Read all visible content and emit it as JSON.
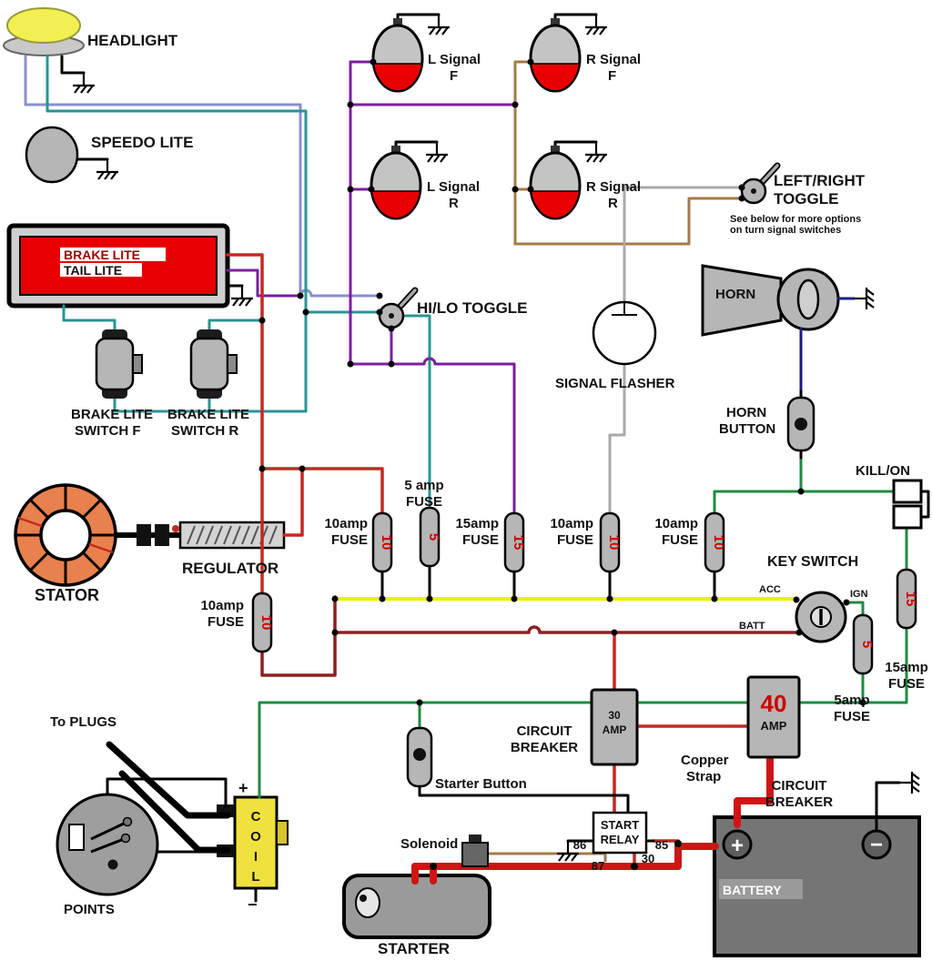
{
  "colors": {
    "wire_periwinkle": "#8890cf",
    "wire_teal": "#2a9494",
    "wire_purple": "#7a1fa0",
    "wire_brown": "#a57a4a",
    "wire_gray": "#a9a9a9",
    "wire_navy": "#1c1c87",
    "wire_green": "#1e8b40",
    "wire_yellow": "#efef00",
    "wire_red": "#c22a22",
    "wire_dark_red": "#8e2020",
    "wire_thick_red": "#d01414",
    "accent_red": "#cc0000",
    "lamp_red": "#e80000",
    "component_gray": "#b6b6b6",
    "headlight_yellow": "#f2ef52",
    "coil_yellow": "#efe23e",
    "stator_orange": "#e8814d",
    "battery_gray": "#757575"
  },
  "labels": {
    "headlight": "HEADLIGHT",
    "speedo": "SPEEDO LITE",
    "brake_lite": "BRAKE LITE",
    "tail_lite": "TAIL LITE",
    "sig_lf_1": "L Signal",
    "sig_lf_2": "F",
    "sig_rf_1": "R Signal",
    "sig_rf_2": "F",
    "sig_lr_1": "L Signal",
    "sig_lr_2": "R",
    "sig_rr_1": "R Signal",
    "sig_rr_2": "R",
    "lr_toggle_1": "LEFT/RIGHT",
    "lr_toggle_2": "TOGGLE",
    "toggle_note_1": "See below for more options",
    "toggle_note_2": "on turn signal switches",
    "hilo_toggle": "HI/LO TOGGLE",
    "signal_flasher": "SIGNAL FLASHER",
    "horn": "HORN",
    "horn_btn_1": "HORN",
    "horn_btn_2": "BUTTON",
    "kill_on": "KILL/ON",
    "bsw_f_1": "BRAKE LITE",
    "bsw_f_2": "SWITCH F",
    "bsw_r_1": "BRAKE LITE",
    "bsw_r_2": "SWITCH R",
    "stator": "STATOR",
    "regulator": "REGULATOR",
    "key_switch": "KEY SWITCH",
    "acc": "ACC",
    "ign": "IGN",
    "batt": "BATT",
    "cb_1": "CIRCUIT",
    "cb_2": "BREAKER",
    "cb30_a": "30",
    "cb30_b": "AMP",
    "cb40_val": "40",
    "cb40_amp": "AMP",
    "copper_1": "Copper",
    "copper_2": "Strap",
    "starter_button": "Starter Button",
    "relay_1": "START",
    "relay_2": "RELAY",
    "relay_86": "86",
    "relay_85": "85",
    "relay_87": "87",
    "relay_30": "30",
    "solenoid": "Solenoid",
    "starter": "STARTER",
    "battery": "BATTERY",
    "plus": "+",
    "minus": "−",
    "to_plugs": "To PLUGS",
    "points": "POINTS"
  },
  "coil_letters": [
    "C",
    "O",
    "I",
    "L"
  ],
  "fuses": [
    {
      "id": "fuse-10a-left",
      "label_1": "10amp",
      "label_2": "FUSE",
      "value": "10"
    },
    {
      "id": "fuse-5a-top",
      "label_1": "5 amp",
      "label_2": "FUSE",
      "value": "5"
    },
    {
      "id": "fuse-15a-mid",
      "label_1": "15amp",
      "label_2": "FUSE",
      "value": "15"
    },
    {
      "id": "fuse-10a-mid1",
      "label_1": "10amp",
      "label_2": "FUSE",
      "value": "10"
    },
    {
      "id": "fuse-10a-mid2",
      "label_1": "10amp",
      "label_2": "FUSE",
      "value": "10"
    },
    {
      "id": "fuse-10a-lower",
      "label_1": "10amp",
      "label_2": "FUSE",
      "value": "10"
    },
    {
      "id": "fuse-15a-right",
      "label_1": "15amp",
      "label_2": "FUSE",
      "value": "15"
    },
    {
      "id": "fuse-5a-right",
      "label_1": "5amp",
      "label_2": "FUSE",
      "value": "5"
    }
  ]
}
